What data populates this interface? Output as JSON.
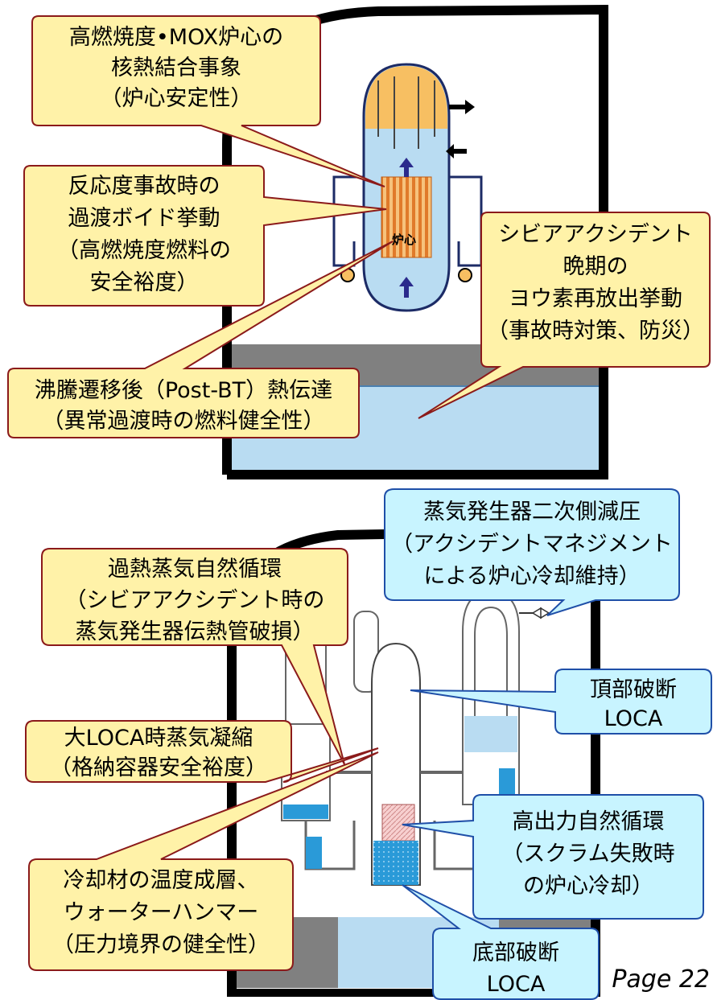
{
  "bwr": {
    "core_label": "炉心",
    "callouts": {
      "high_burnup": [
        "高燃焼度•MOX炉心の",
        "核熱結合事象",
        "（炉心安定性）"
      ],
      "reactivity": [
        "反応度事故時の",
        "過渡ボイド挙動",
        "（高燃焼度燃料の",
        "安全裕度）"
      ],
      "severe_accident": [
        "シビアアクシデント",
        "晩期の",
        "ヨウ素再放出挙動",
        "（事故時対策、防災）"
      ],
      "post_bt": [
        "沸騰遷移後（Post-BT）熱伝達",
        "（異常過渡時の燃料健全性）"
      ]
    }
  },
  "pwr": {
    "callouts": {
      "sg_depressurization": [
        "蒸気発生器二次側減圧",
        "（アクシデントマネジメント",
        "による炉心冷却維持）"
      ],
      "superheated": [
        "過熱蒸気自然循環",
        "（シビアアクシデント時の",
        "蒸気発生器伝熱管破損）"
      ],
      "top_break": [
        "頂部破断",
        "LOCA"
      ],
      "large_loca": [
        "大LOCA時蒸気凝縮",
        "（格納容器安全裕度）"
      ],
      "high_power": [
        "高出力自然循環",
        "（スクラム失敗時",
        "の炉心冷却）"
      ],
      "stratification": [
        "冷却材の温度成層、",
        "ウォーターハンマー",
        "（圧力境界の健全性）"
      ],
      "bottom_break": [
        "底部破断",
        "LOCA"
      ]
    }
  },
  "page_label": "Page 22",
  "colors": {
    "yellow_fill": "#fff2a8",
    "yellow_stroke": "#8b1a1a",
    "cyan_fill": "#c8f4ff",
    "cyan_stroke": "#1f4fa8",
    "water": "#b9dcf2",
    "steam_orange": "#f7bf62",
    "core_orange": "#e88a2e",
    "floor_gray": "#808080"
  }
}
